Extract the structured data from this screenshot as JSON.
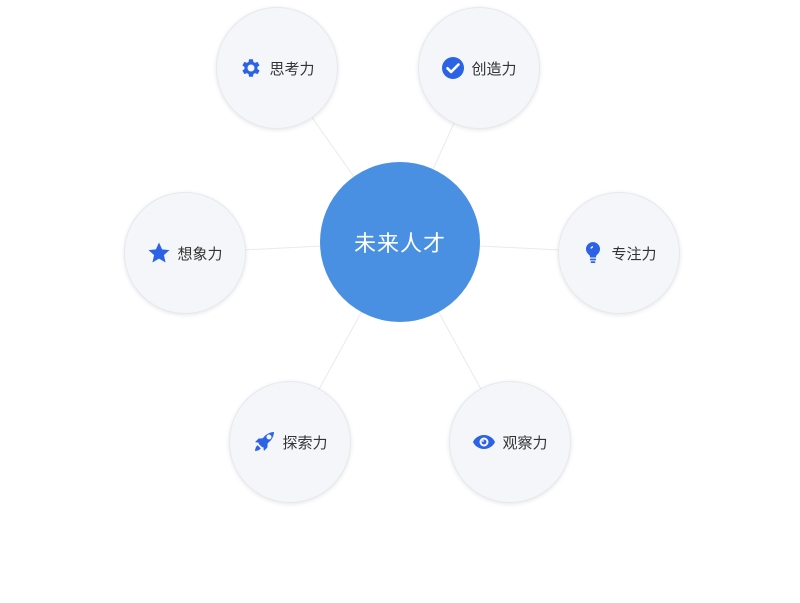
{
  "center": {
    "label": "未来人才"
  },
  "nodes": {
    "think": {
      "label": "思考力",
      "icon": "gear-icon"
    },
    "create": {
      "label": "创造力",
      "icon": "check-circle-icon"
    },
    "imagine": {
      "label": "想象力",
      "icon": "star-icon"
    },
    "focus": {
      "label": "专注力",
      "icon": "lightbulb-icon"
    },
    "explore": {
      "label": "探索力",
      "icon": "rocket-icon"
    },
    "observe": {
      "label": "观察力",
      "icon": "eye-icon"
    }
  },
  "colors": {
    "center_fill": "#4a90e2",
    "node_fill": "#f4f6f9",
    "icon": "#2c63e6",
    "connector": "#e8eaee"
  }
}
